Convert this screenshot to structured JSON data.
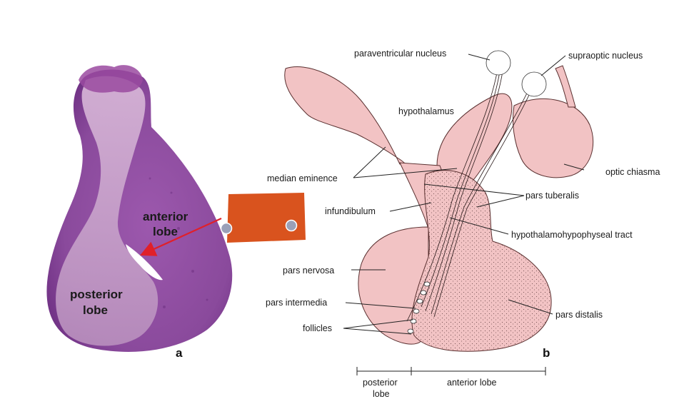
{
  "colors": {
    "histo_purple": "#8d4a9e",
    "histo_dark": "#6e2f85",
    "histo_light": "#c79fc9",
    "pink_tissue": "#f2c3c4",
    "pink_stroke": "#5a3030",
    "sticky_orange": "#d9531e",
    "pin_gray": "#9aa0b8",
    "arrow_red": "#e0202a"
  },
  "panel_a": {
    "anterior_line1": "anterior",
    "anterior_line2": "lobe",
    "posterior_line1": "posterior",
    "posterior_line2": "lobe",
    "panel_letter": "a"
  },
  "panel_b": {
    "panel_letter": "b",
    "labels": {
      "paraventricular_nucleus": "paraventricular nucleus",
      "supraoptic_nucleus": "supraoptic nucleus",
      "hypothalamus": "hypothalamus",
      "median_eminence": "median eminence",
      "optic_chiasma": "optic chiasma",
      "pars_tuberalis": "pars tuberalis",
      "infundibulum": "infundibulum",
      "hypothalamohypophyseal_tract": "hypothalamohypophyseal tract",
      "pars_nervosa": "pars nervosa",
      "pars_intermedia": "pars intermedia",
      "follicles": "follicles",
      "pars_distalis": "pars distalis"
    },
    "scale": {
      "posterior_line1": "posterior",
      "posterior_line2": "lobe",
      "anterior": "anterior lobe"
    }
  },
  "overlay": {
    "sticky_note_icon": "sticky-note-icon",
    "pin_icon": "pin-icon",
    "arrow_icon": "arrow-icon"
  }
}
